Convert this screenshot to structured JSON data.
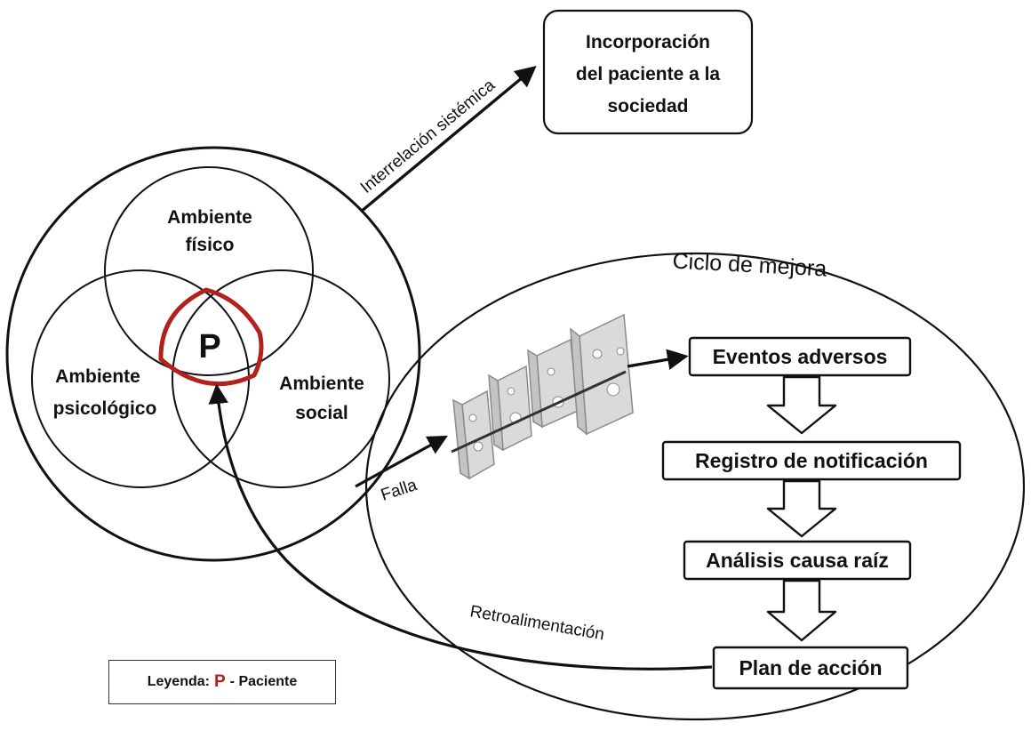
{
  "colors": {
    "accent_red": "#b3211c",
    "stroke": "#111111",
    "cheese": "#d9d9d9"
  },
  "top_box": {
    "lines": [
      "Incorporación",
      "del paciente a la",
      "sociedad"
    ]
  },
  "edges": {
    "interrelacion": "Interrelación sistémica",
    "falla": "Falla",
    "retroalimentacion": "Retroalimentación"
  },
  "venn": {
    "fisico": [
      "Ambiente",
      "físico"
    ],
    "psicologico": [
      "Ambiente",
      "psicológico"
    ],
    "social": [
      "Ambiente",
      "social"
    ],
    "center": "P"
  },
  "cycle": {
    "title": "Ciclo de mejora",
    "steps": [
      "Eventos adversos",
      "Registro de notificación",
      "Análisis causa raíz",
      "Plan de acción"
    ]
  },
  "legend": {
    "prefix": "Leyenda:",
    "symbol": "P",
    "suffix": "- Paciente"
  },
  "icons": {
    "swiss_cheese": "swiss-cheese-model-icon"
  }
}
